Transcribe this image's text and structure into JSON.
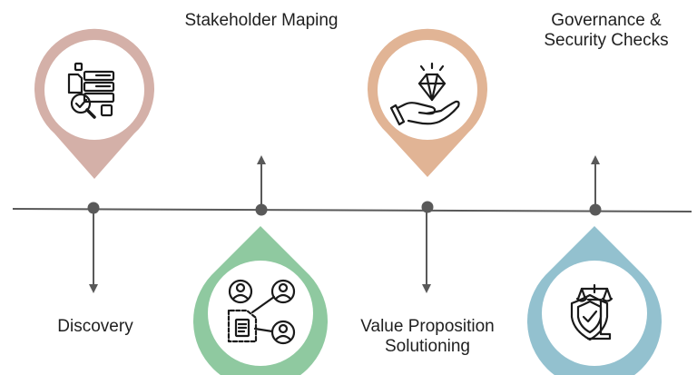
{
  "stages": [
    {
      "label_lines": [
        "Discovery"
      ],
      "color": "#d4b0a8",
      "icon": "document-search-icon"
    },
    {
      "label_lines": [
        "Stakeholder Maping"
      ],
      "color": "#8fc9a0",
      "icon": "people-network-icon"
    },
    {
      "label_lines": [
        "Value Proposition",
        "Solutioning"
      ],
      "color": "#e1b495",
      "icon": "diamond-hand-icon"
    },
    {
      "label_lines": [
        "Governance &",
        "Security Checks"
      ],
      "color": "#93c1cf",
      "icon": "shield-scales-icon"
    }
  ],
  "colors": {
    "timeline": "#595959",
    "icon_stroke": "#1a1a1a"
  }
}
